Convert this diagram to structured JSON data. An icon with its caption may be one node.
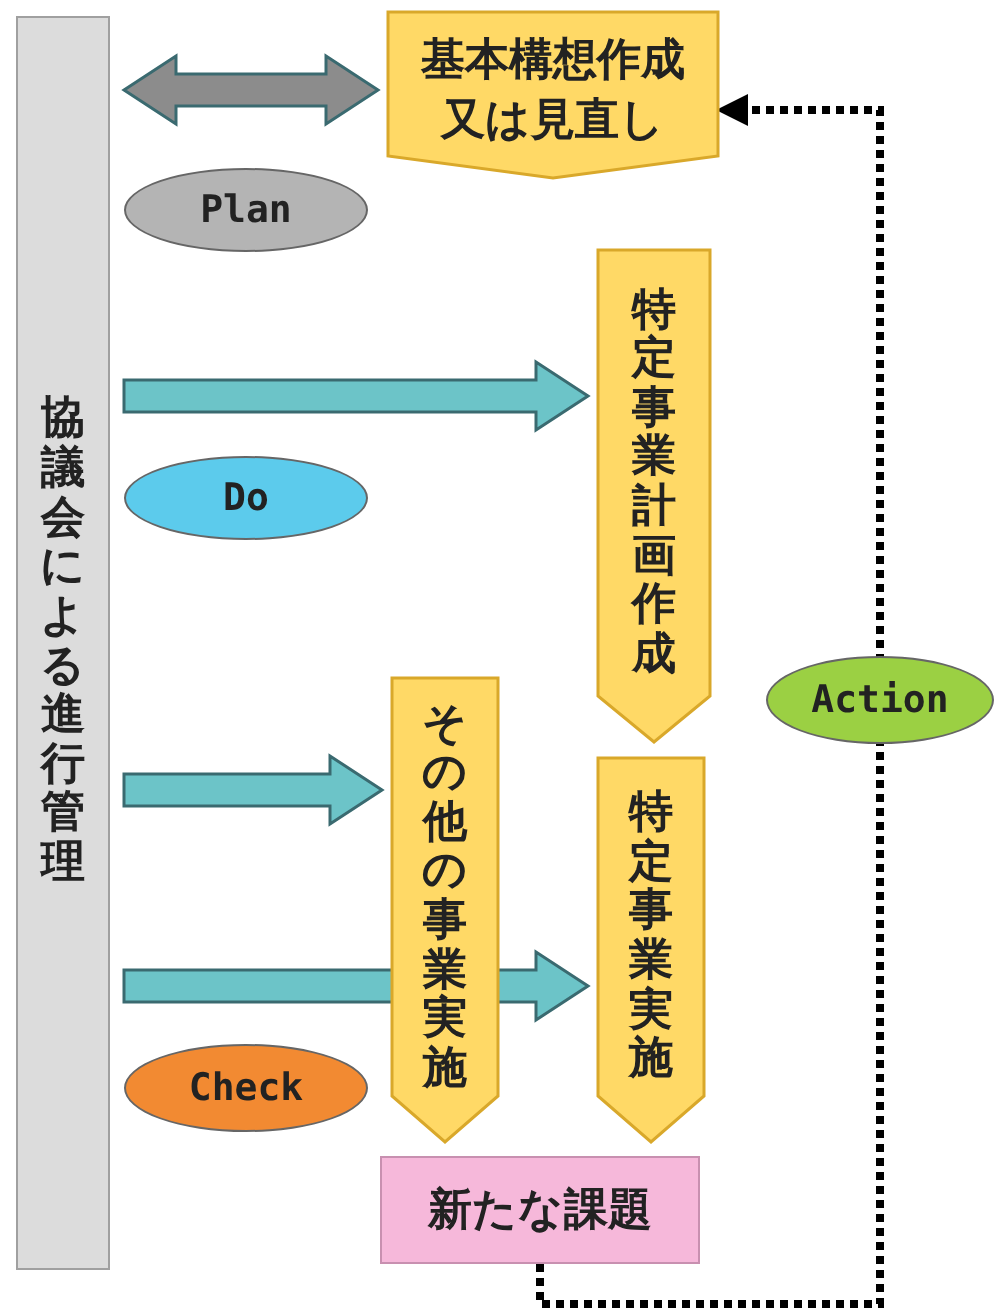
{
  "diagram": {
    "nodes": [
      {
        "text": [
          "協議会による進行管理"
        ]
      },
      {
        "text": [
          "基本構想作成又は見直し"
        ]
      },
      {
        "text": [
          "Plan"
        ]
      },
      {
        "text": [
          "特定事業計画作成"
        ]
      },
      {
        "text": [
          "Do"
        ]
      },
      {
        "text": [
          "その他の事業実施"
        ]
      },
      {
        "text": [
          "特定事業実施"
        ]
      },
      {
        "text": [
          "Check"
        ]
      },
      {
        "text": [
          "新たな課題"
        ]
      }
    ],
    "edges": [
      {
        "from": 0,
        "to": 1,
        "arrow": "both",
        "color": "#8c8c8c"
      },
      {
        "from": 0,
        "to": 3,
        "arrow": "to"
      },
      {
        "from": 0,
        "to": 5,
        "arrow": "to"
      },
      {
        "from": 0,
        "to": 6,
        "arrow": "to"
      },
      {
        "from": 8,
        "to": 1,
        "arrow": "to",
        "style": "dashed",
        "color": "#000000",
        "label": "Action"
      }
    ]
  }
}
